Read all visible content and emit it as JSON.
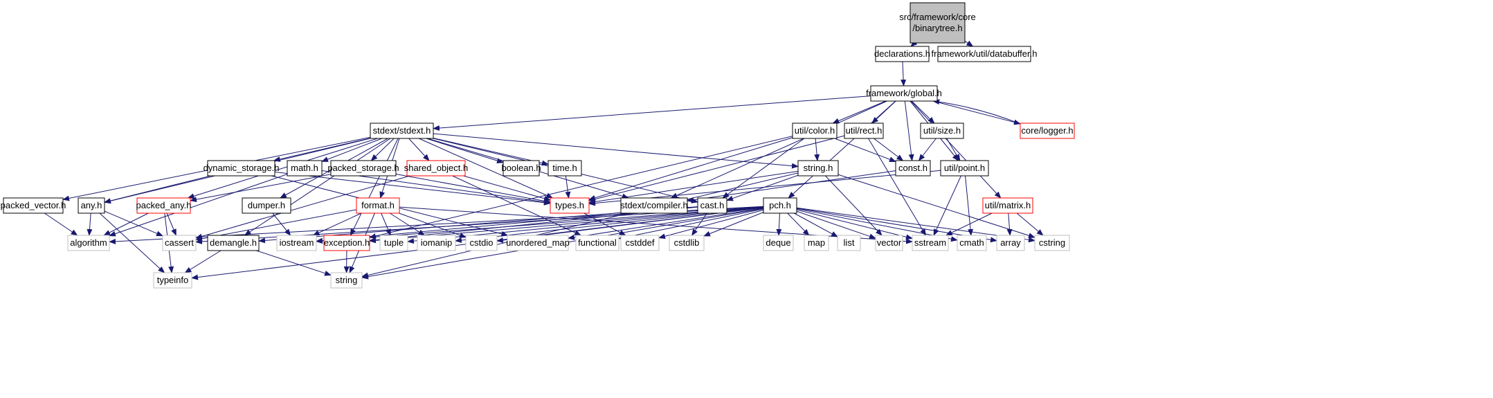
{
  "title": "",
  "colors": {
    "root_fill": "#bfbfbf",
    "file_stroke": "#000000",
    "truncated_stroke": "#ff0000",
    "system_stroke": "#bfbfbf",
    "system_text": "#555555",
    "edge": "#191970"
  },
  "nodes": [
    {
      "id": "root",
      "label": "src/framework/core /binarytree.h",
      "kind": "root"
    },
    {
      "id": "declarations",
      "label": "declarations.h",
      "kind": "file"
    },
    {
      "id": "databuffer",
      "label": "framework/util/databuffer.h",
      "kind": "file"
    },
    {
      "id": "global",
      "label": "framework/global.h",
      "kind": "file"
    },
    {
      "id": "stdext",
      "label": "stdext/stdext.h",
      "kind": "file"
    },
    {
      "id": "color",
      "label": "util/color.h",
      "kind": "file"
    },
    {
      "id": "rect",
      "label": "util/rect.h",
      "kind": "file"
    },
    {
      "id": "size",
      "label": "util/size.h",
      "kind": "file"
    },
    {
      "id": "logger",
      "label": "core/logger.h",
      "kind": "truncated"
    },
    {
      "id": "dynstorage",
      "label": "dynamic_storage.h",
      "kind": "file"
    },
    {
      "id": "mathh",
      "label": "math.h",
      "kind": "file"
    },
    {
      "id": "packedstorage",
      "label": "packed_storage.h",
      "kind": "file"
    },
    {
      "id": "sharedobj",
      "label": "shared_object.h",
      "kind": "truncated"
    },
    {
      "id": "boolean",
      "label": "boolean.h",
      "kind": "file"
    },
    {
      "id": "time",
      "label": "time.h",
      "kind": "file"
    },
    {
      "id": "string_h",
      "label": "string.h",
      "kind": "file"
    },
    {
      "id": "const",
      "label": "const.h",
      "kind": "file"
    },
    {
      "id": "point",
      "label": "util/point.h",
      "kind": "file"
    },
    {
      "id": "packedvector",
      "label": "packed_vector.h",
      "kind": "file"
    },
    {
      "id": "any",
      "label": "any.h",
      "kind": "file"
    },
    {
      "id": "packedany",
      "label": "packed_any.h",
      "kind": "truncated"
    },
    {
      "id": "dumper",
      "label": "dumper.h",
      "kind": "file"
    },
    {
      "id": "format",
      "label": "format.h",
      "kind": "truncated"
    },
    {
      "id": "types",
      "label": "types.h",
      "kind": "truncated"
    },
    {
      "id": "compiler",
      "label": "stdext/compiler.h",
      "kind": "file"
    },
    {
      "id": "cast",
      "label": "cast.h",
      "kind": "file"
    },
    {
      "id": "pch",
      "label": "pch.h",
      "kind": "file"
    },
    {
      "id": "matrix",
      "label": "util/matrix.h",
      "kind": "truncated"
    },
    {
      "id": "algorithm",
      "label": "algorithm",
      "kind": "system"
    },
    {
      "id": "cassert",
      "label": "cassert",
      "kind": "system"
    },
    {
      "id": "demangle",
      "label": "demangle.h",
      "kind": "file"
    },
    {
      "id": "iostream",
      "label": "iostream",
      "kind": "system"
    },
    {
      "id": "exception",
      "label": "exception.h",
      "kind": "truncated"
    },
    {
      "id": "tuple",
      "label": "tuple",
      "kind": "system"
    },
    {
      "id": "iomanip",
      "label": "iomanip",
      "kind": "system"
    },
    {
      "id": "cstdio",
      "label": "cstdio",
      "kind": "system"
    },
    {
      "id": "unorderedmap",
      "label": "unordered_map",
      "kind": "system"
    },
    {
      "id": "functional",
      "label": "functional",
      "kind": "system"
    },
    {
      "id": "cstddef",
      "label": "cstddef",
      "kind": "system"
    },
    {
      "id": "cstdlib",
      "label": "cstdlib",
      "kind": "system"
    },
    {
      "id": "deque",
      "label": "deque",
      "kind": "system"
    },
    {
      "id": "map",
      "label": "map",
      "kind": "system"
    },
    {
      "id": "list",
      "label": "list",
      "kind": "system"
    },
    {
      "id": "vector",
      "label": "vector",
      "kind": "system"
    },
    {
      "id": "sstream",
      "label": "sstream",
      "kind": "system"
    },
    {
      "id": "cmath",
      "label": "cmath",
      "kind": "system"
    },
    {
      "id": "array",
      "label": "array",
      "kind": "system"
    },
    {
      "id": "cstring",
      "label": "cstring",
      "kind": "system"
    },
    {
      "id": "typeinfo",
      "label": "typeinfo",
      "kind": "system"
    },
    {
      "id": "string",
      "label": "string",
      "kind": "system"
    }
  ],
  "edges": [
    [
      "root",
      "declarations"
    ],
    [
      "root",
      "databuffer"
    ],
    [
      "declarations",
      "global"
    ],
    [
      "global",
      "stdext"
    ],
    [
      "global",
      "color"
    ],
    [
      "global",
      "rect"
    ],
    [
      "global",
      "size"
    ],
    [
      "global",
      "logger"
    ],
    [
      "global",
      "compiler"
    ],
    [
      "global",
      "pch"
    ],
    [
      "global",
      "const"
    ],
    [
      "global",
      "point"
    ],
    [
      "global",
      "matrix"
    ],
    [
      "logger",
      "global"
    ],
    [
      "stdext",
      "packedvector"
    ],
    [
      "stdext",
      "any"
    ],
    [
      "stdext",
      "packedany"
    ],
    [
      "stdext",
      "dynstorage"
    ],
    [
      "stdext",
      "dumper"
    ],
    [
      "stdext",
      "demangle"
    ],
    [
      "stdext",
      "format"
    ],
    [
      "stdext",
      "mathh"
    ],
    [
      "stdext",
      "packedstorage"
    ],
    [
      "stdext",
      "sharedobj"
    ],
    [
      "stdext",
      "boolean"
    ],
    [
      "stdext",
      "time"
    ],
    [
      "stdext",
      "types"
    ],
    [
      "stdext",
      "compiler"
    ],
    [
      "stdext",
      "cast"
    ],
    [
      "stdext",
      "string_h"
    ],
    [
      "stdext",
      "exception"
    ],
    [
      "color",
      "types"
    ],
    [
      "color",
      "cast"
    ],
    [
      "color",
      "string_h"
    ],
    [
      "color",
      "const"
    ],
    [
      "color",
      "exception"
    ],
    [
      "rect",
      "types"
    ],
    [
      "rect",
      "const"
    ],
    [
      "rect",
      "sstream"
    ],
    [
      "size",
      "const"
    ],
    [
      "size",
      "point"
    ],
    [
      "point",
      "types"
    ],
    [
      "point",
      "sstream"
    ],
    [
      "point",
      "cmath"
    ],
    [
      "matrix",
      "sstream"
    ],
    [
      "matrix",
      "array"
    ],
    [
      "matrix",
      "cstring"
    ],
    [
      "string_h",
      "types"
    ],
    [
      "string_h",
      "cast"
    ],
    [
      "string_h",
      "vector"
    ],
    [
      "string_h",
      "cstring"
    ],
    [
      "string_h",
      "string"
    ],
    [
      "const",
      "compiler"
    ],
    [
      "dynstorage",
      "types"
    ],
    [
      "dynstorage",
      "unorderedmap"
    ],
    [
      "dynstorage",
      "any"
    ],
    [
      "mathh",
      "types"
    ],
    [
      "mathh",
      "algorithm"
    ],
    [
      "packedstorage",
      "packedany"
    ],
    [
      "packedstorage",
      "types"
    ],
    [
      "sharedobj",
      "types"
    ],
    [
      "sharedobj",
      "cassert"
    ],
    [
      "sharedobj",
      "functional"
    ],
    [
      "time",
      "types"
    ],
    [
      "packedvector",
      "algorithm"
    ],
    [
      "any",
      "algorithm"
    ],
    [
      "any",
      "cassert"
    ],
    [
      "any",
      "typeinfo"
    ],
    [
      "packedany",
      "algorithm"
    ],
    [
      "packedany",
      "cassert"
    ],
    [
      "packedany",
      "typeinfo"
    ],
    [
      "dumper",
      "iostream"
    ],
    [
      "format",
      "iostream"
    ],
    [
      "format",
      "tuple"
    ],
    [
      "format",
      "iomanip"
    ],
    [
      "format",
      "cstdio"
    ],
    [
      "format",
      "sstream"
    ],
    [
      "format",
      "cassert"
    ],
    [
      "format",
      "string"
    ],
    [
      "types",
      "cstddef"
    ],
    [
      "cast",
      "demangle"
    ],
    [
      "cast",
      "exception"
    ],
    [
      "cast",
      "cstdlib"
    ],
    [
      "cast",
      "iostream"
    ],
    [
      "demangle",
      "typeinfo"
    ],
    [
      "demangle",
      "string"
    ],
    [
      "exception",
      "string"
    ],
    [
      "pch",
      "algorithm"
    ],
    [
      "pch",
      "cassert"
    ],
    [
      "pch",
      "iostream"
    ],
    [
      "pch",
      "exception"
    ],
    [
      "pch",
      "tuple"
    ],
    [
      "pch",
      "iomanip"
    ],
    [
      "pch",
      "cstdio"
    ],
    [
      "pch",
      "unorderedmap"
    ],
    [
      "pch",
      "functional"
    ],
    [
      "pch",
      "cstddef"
    ],
    [
      "pch",
      "cstdlib"
    ],
    [
      "pch",
      "deque"
    ],
    [
      "pch",
      "map"
    ],
    [
      "pch",
      "list"
    ],
    [
      "pch",
      "vector"
    ],
    [
      "pch",
      "sstream"
    ],
    [
      "pch",
      "cmath"
    ],
    [
      "pch",
      "array"
    ],
    [
      "pch",
      "cstring"
    ],
    [
      "pch",
      "typeinfo"
    ],
    [
      "pch",
      "string"
    ]
  ]
}
